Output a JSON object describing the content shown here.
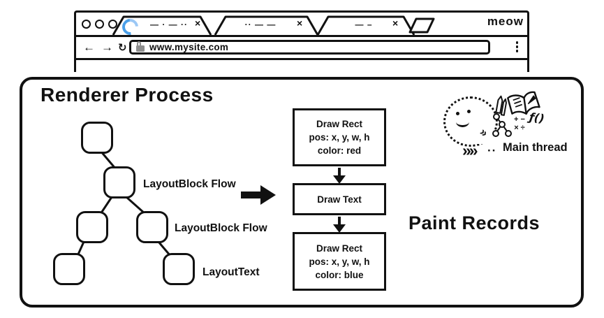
{
  "browser": {
    "brand": "meow",
    "url": "www.mysite.com",
    "nav": {
      "back": "←",
      "forward": "→",
      "reload": "↻"
    },
    "tabs": [
      {
        "squiggle": "— · — ··",
        "close": "×"
      },
      {
        "squiggle": "·· — —",
        "close": "×"
      },
      {
        "squiggle": "— –",
        "close": "×"
      }
    ]
  },
  "diagram": {
    "title": "Renderer Process",
    "tree": {
      "labels": [
        "LayoutBlock Flow",
        "LayoutBlock Flow",
        "LayoutText"
      ]
    },
    "paint": {
      "title": "Paint Records",
      "records": [
        {
          "lines": [
            "Draw Rect",
            "pos: x, y, w, h",
            "color: red"
          ]
        },
        {
          "lines": [
            "Draw Text"
          ]
        },
        {
          "lines": [
            "Draw Rect",
            "pos: x, y, w, h",
            "color: blue"
          ]
        }
      ]
    },
    "main_thread": {
      "label": "Main thread",
      "math_top": "+ −",
      "math_bottom": "× ÷",
      "function": "ƒ()",
      "chevron_exit": "»",
      "chevrons": "»»",
      "trail_dots": "··"
    }
  },
  "colors": {
    "ink": "#111111",
    "spinner_blue": "#4a9fe8",
    "lock_gray": "#8f8f8f"
  }
}
